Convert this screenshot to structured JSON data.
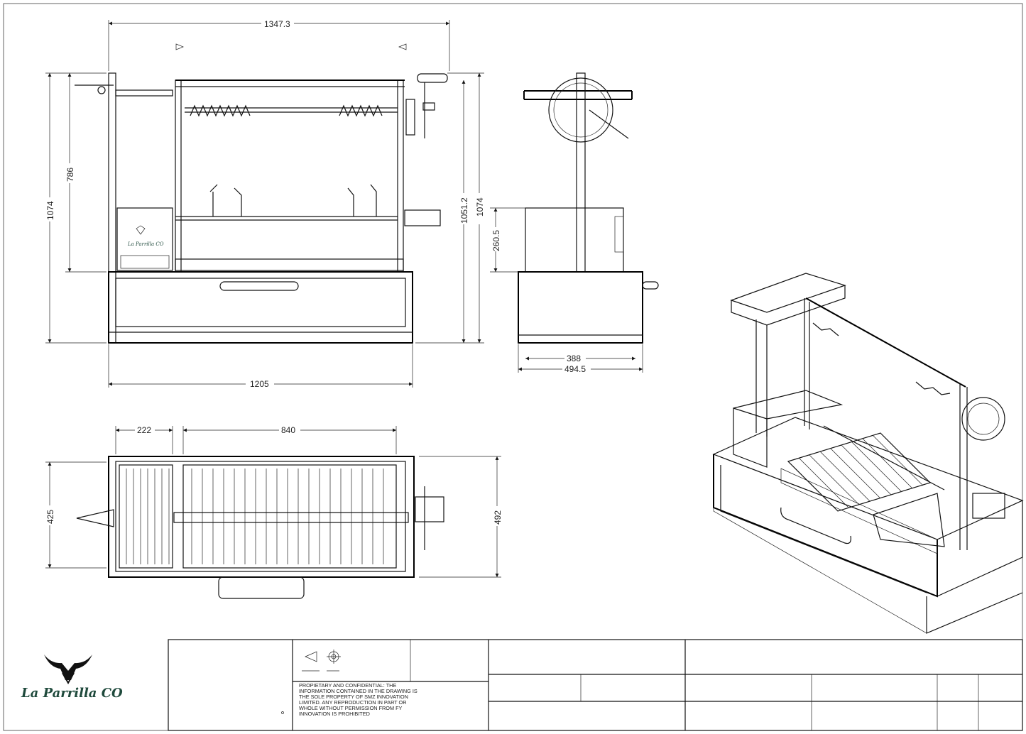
{
  "brand": {
    "name": "La Parrilla CO",
    "emblem": "bull-head-logo"
  },
  "front_view": {
    "overall_width_top": "1347.3",
    "overall_width_bottom": "1205",
    "height_left_outer": "1074",
    "height_left_inner": "786",
    "height_right_inner": "1051.2",
    "height_right_outer": "1074"
  },
  "side_view": {
    "firebox_height": "260.5",
    "base_depth_inner": "388",
    "base_depth_outer": "494.5"
  },
  "top_view": {
    "side_tray_width": "222",
    "grill_width": "840",
    "depth_left": "425",
    "depth_right": "492"
  },
  "title_block": {
    "confidential_text": "PROPIETARY AND CONFIDENTIAL: THE INFORMATION CONTAINED IN THE DRAWING IS THE SOLE PROPERTY OF SMZ INNOVATION LIMITED. ANY REPRODUCTION IN PART OR WHOLE WITHOUT PERMISSION FROM FY INNOVATION IS PROHIBITED",
    "projection_symbol": "third-angle-projection-icon"
  },
  "colors": {
    "line": "#111111",
    "brand": "#1f4a3c",
    "background": "#ffffff"
  }
}
